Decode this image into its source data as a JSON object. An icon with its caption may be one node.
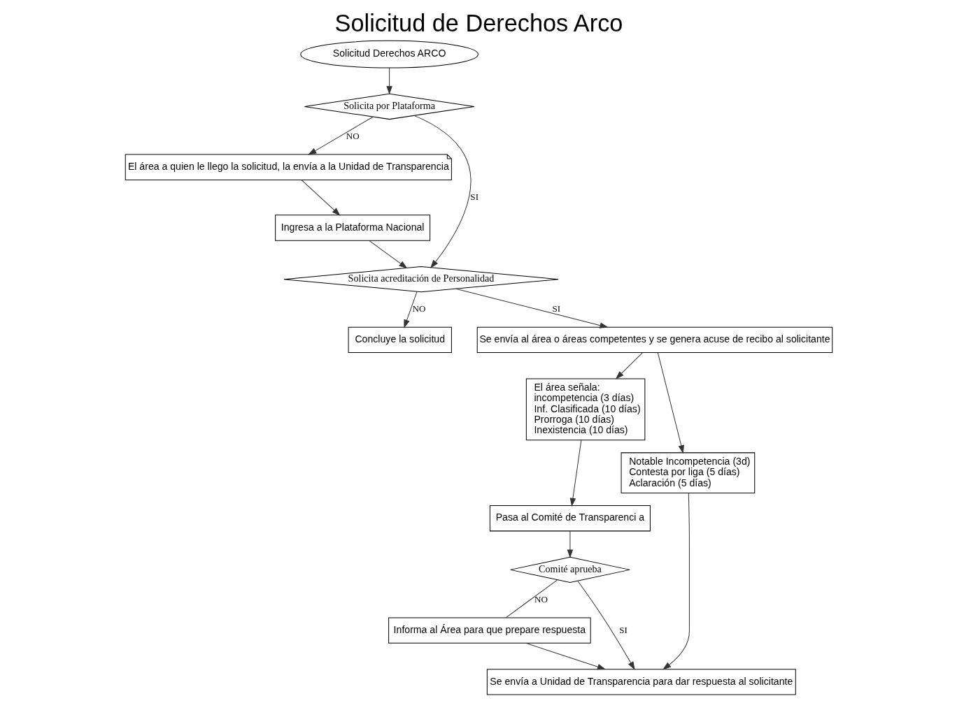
{
  "diagram": {
    "title": "Solicitud de Derechos Arco",
    "nodes": [
      {
        "text": [
          "Solicitud Derechos ARCO"
        ]
      },
      {
        "text": [
          "Solicita por Plataforma"
        ]
      },
      {
        "text": [
          "El área a quien le llego la solicitud, la envía a la Unidad de Transparencia"
        ]
      },
      {
        "text": [
          "Ingresa a la Plataforma Nacional"
        ]
      },
      {
        "text": [
          "Solicita acreditación de Personalidad"
        ]
      },
      {
        "text": [
          "Concluye la solicitud"
        ]
      },
      {
        "text": [
          "Se envía al área o áreas competentes y se genera acuse de recibo al solicitante"
        ]
      },
      {
        "text": [
          "El área señala:",
          "incompetencia (3 días)",
          "Inf. Clasificada (10 días)",
          "Prorroga (10 días)",
          "Inexistencia (10 días)"
        ]
      },
      {
        "text": [
          "Notable Incompetencia (3d)",
          "Contesta por liga (5 días)",
          "Aclaración (5 días)"
        ]
      },
      {
        "text": [
          "Pasa al Comité de Transparenci a"
        ]
      },
      {
        "text": [
          "Comité aprueba"
        ]
      },
      {
        "text": [
          "Informa al Área para que prepare respuesta"
        ]
      },
      {
        "text": [
          "Se envía a Unidad de Transparencia para dar respuesta al solicitante"
        ]
      }
    ],
    "edges": [
      {
        "from": 0,
        "to": 1,
        "arrow": "to"
      },
      {
        "from": 1,
        "to": 2,
        "label": "NO",
        "arrow": "to"
      },
      {
        "from": 2,
        "to": 3,
        "arrow": "to"
      },
      {
        "from": 1,
        "to": 4,
        "label": "SI",
        "arrow": "to"
      },
      {
        "from": 3,
        "to": 4,
        "arrow": "to"
      },
      {
        "from": 4,
        "to": 5,
        "label": "NO",
        "arrow": "to"
      },
      {
        "from": 4,
        "to": 6,
        "label": "SI",
        "arrow": "to"
      },
      {
        "from": 6,
        "to": 7,
        "arrow": "to"
      },
      {
        "from": 6,
        "to": 8,
        "arrow": "to"
      },
      {
        "from": 7,
        "to": 9,
        "arrow": "to"
      },
      {
        "from": 9,
        "to": 10,
        "arrow": "to"
      },
      {
        "from": 10,
        "to": 11,
        "label": "NO",
        "arrow": "none"
      },
      {
        "from": 10,
        "to": 12,
        "label": "SI",
        "arrow": "to"
      },
      {
        "from": 11,
        "to": 12,
        "arrow": "to"
      },
      {
        "from": 8,
        "to": 12,
        "arrow": "to"
      }
    ]
  }
}
